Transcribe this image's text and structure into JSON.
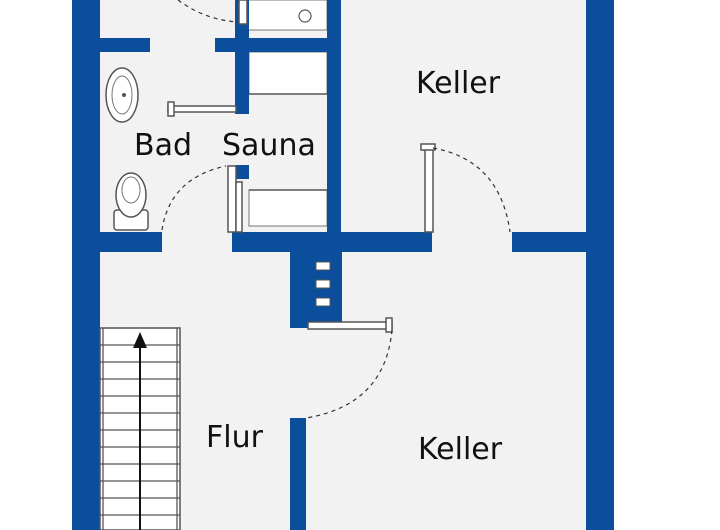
{
  "floorplan": {
    "rooms": {
      "keller_top": "Keller",
      "bad": "Bad",
      "sauna": "Sauna",
      "flur": "Flur",
      "keller_bottom": "Keller"
    },
    "colors": {
      "wall": "#0b4f9c",
      "floor": "#f2f2f2",
      "background": "#ffffff"
    },
    "icons": {
      "stairs": "staircase-up-arrow",
      "toilet": "toilet-icon",
      "sink": "washbasin-icon",
      "shower": "shower-icon"
    }
  }
}
